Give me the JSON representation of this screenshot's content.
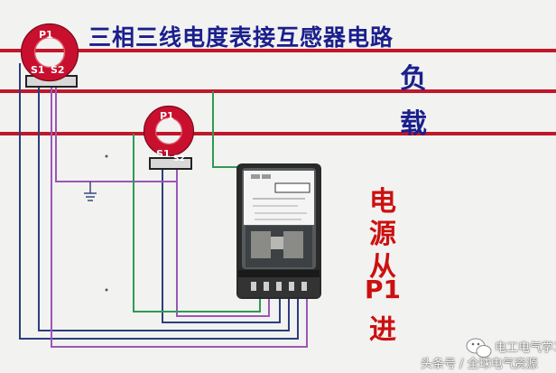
{
  "title": "三相三线电度表接互感器电路",
  "load_label": [
    "负",
    "载"
  ],
  "source_label": [
    "电",
    "源",
    "从",
    "P1",
    "进"
  ],
  "ct_labels": {
    "ct1": {
      "p1": "P1",
      "s1": "S1",
      "s2": "S2"
    },
    "ct2": {
      "p1": "P1",
      "s1": "S1",
      "s2": "S2"
    }
  },
  "watermark": {
    "account": "电工电气学习",
    "byline": "头条号 / 全球电气资源"
  },
  "colors": {
    "background": "#f2f2f0",
    "bus_line": "#c0172a",
    "ct_ring": "#c8102e",
    "title_text": "#1a1f8c",
    "source_text": "#cc1010",
    "wire_green": "#2f9a52",
    "wire_purple": "#9a57b8",
    "wire_blue": "#2b3f7e"
  }
}
